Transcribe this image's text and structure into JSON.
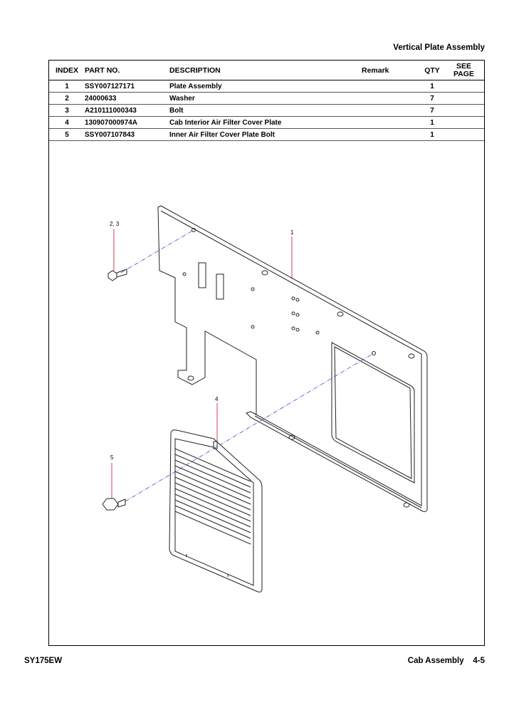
{
  "header": {
    "section_title": "Vertical Plate Assembly"
  },
  "table": {
    "columns": {
      "index": "INDEX",
      "part_no": "PART NO.",
      "description": "DESCRIPTION",
      "remark": "Remark",
      "qty": "QTY",
      "see_page_1": "SEE",
      "see_page_2": "PAGE"
    },
    "rows": [
      {
        "index": "1",
        "part_no": "SSY007127171",
        "description": "Plate Assembly",
        "remark": "",
        "qty": "1",
        "see_page": ""
      },
      {
        "index": "2",
        "part_no": "24000633",
        "description": "Washer",
        "remark": "",
        "qty": "7",
        "see_page": ""
      },
      {
        "index": "3",
        "part_no": "A210111000343",
        "description": "Bolt",
        "remark": "",
        "qty": "7",
        "see_page": ""
      },
      {
        "index": "4",
        "part_no": "130907000974A",
        "description": "Cab Interior Air Filter Cover Plate",
        "remark": "",
        "qty": "1",
        "see_page": ""
      },
      {
        "index": "5",
        "part_no": "SSY007107843",
        "description": "Inner Air Filter Cover Plate Bolt",
        "remark": "",
        "qty": "1",
        "see_page": ""
      }
    ]
  },
  "diagram": {
    "callouts": {
      "c23": "2, 3",
      "c1": "1",
      "c4": "4",
      "c5": "5"
    },
    "line_color": "#c8102e",
    "dash_color": "#3a4fc4"
  },
  "footer": {
    "model": "SY175EW",
    "section": "Cab Assembly",
    "page": "4-5"
  }
}
